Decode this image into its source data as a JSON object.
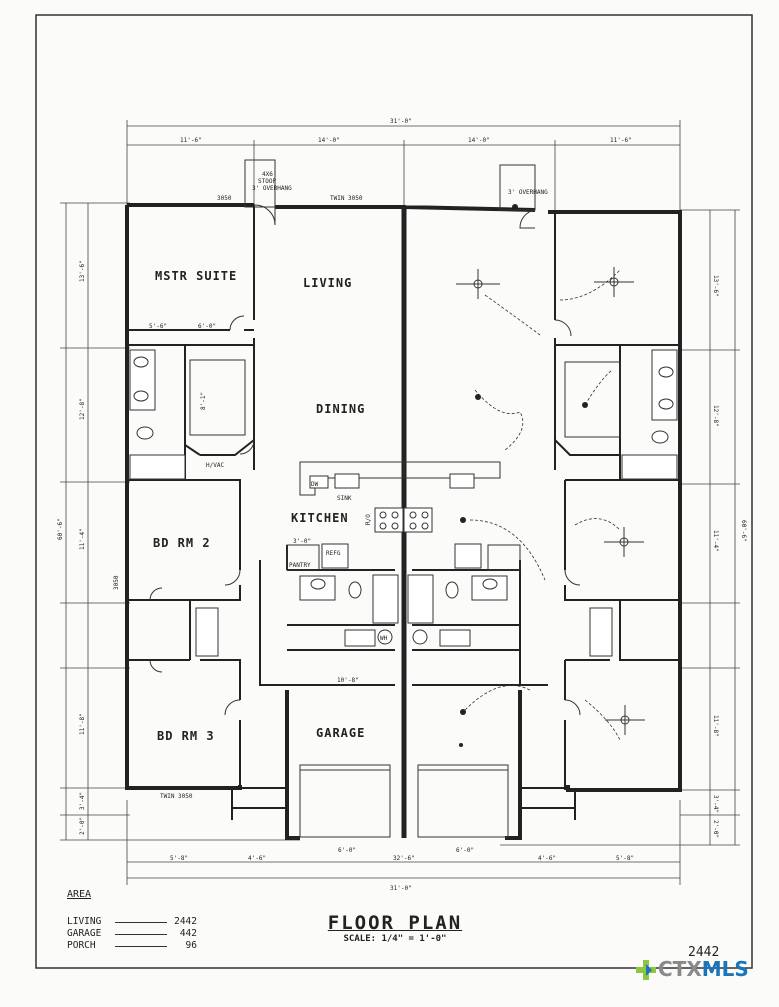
{
  "rooms": {
    "master": "MSTR SUITE",
    "living": "LIVING",
    "dining": "DINING",
    "kitchen": "KITCHEN",
    "bed2": "BD RM 2",
    "bed3": "BD RM 3",
    "garage": "GARAGE"
  },
  "labels": {
    "stoop": "4X6",
    "stoop2": "STOOP",
    "overhang_left": "3' OVERHANG",
    "overhang_right": "3' OVERHANG",
    "win_3050_a": "3050",
    "win_twin_top": "TWIN 3050",
    "win_3050_side": "3050",
    "win_twin_bottom": "TWIN 3050",
    "dw": "DW",
    "sink": "SINK",
    "refg": "REFG",
    "pantry": "PANTRY",
    "hvac": "H/VAC",
    "wh": "WH",
    "range": "R/O"
  },
  "dimensions": {
    "overall_top": "31'-0\"",
    "top_1": "11'-6\"",
    "top_2": "14'-0\"",
    "top_3": "14'-0\"",
    "top_4": "11'-6\"",
    "overall_bottom": "31'-0\"",
    "bottom_1": "5'-8\"",
    "bottom_2": "4'-6\"",
    "bottom_3": "6'-0\"",
    "bottom_center": "32'-6\"",
    "bottom_4": "6'-0\"",
    "bottom_5": "4'-6\"",
    "bottom_6": "5'-8\"",
    "overall_left": "60'-6\"",
    "overall_right": "60'-6\"",
    "left_1": "13'-6\"",
    "left_2": "12'-8\"",
    "left_3": "11'-4\"",
    "left_4": "11'-8\"",
    "left_5": "3'-4\"",
    "left_6": "2'-0\"",
    "right_1": "13'-6\"",
    "right_2": "12'-8\"",
    "right_3": "11'-4\"",
    "right_4": "11'-8\"",
    "right_5": "3'-4\"",
    "right_6": "2'-0\"",
    "garage_w": "10'-8\"",
    "d_5_6": "5'-6\"",
    "d_6_0": "6'-0\"",
    "d_8_1": "8'-1\"",
    "d_3_0": "3'-0\""
  },
  "area": {
    "title": "AREA",
    "rows": [
      {
        "label": "LIVING",
        "value": "2442"
      },
      {
        "label": "GARAGE",
        "value": "442"
      },
      {
        "label": "PORCH",
        "value": "96"
      }
    ]
  },
  "title": {
    "main": "FLOOR PLAN",
    "scale": "SCALE: 1/4\" = 1'-0\""
  },
  "sheet_number": "2442",
  "logo": {
    "ctx": "CTX",
    "mls": "MLS",
    "brand_color": "#1b75bb",
    "accent_color": "#8dc63f"
  }
}
